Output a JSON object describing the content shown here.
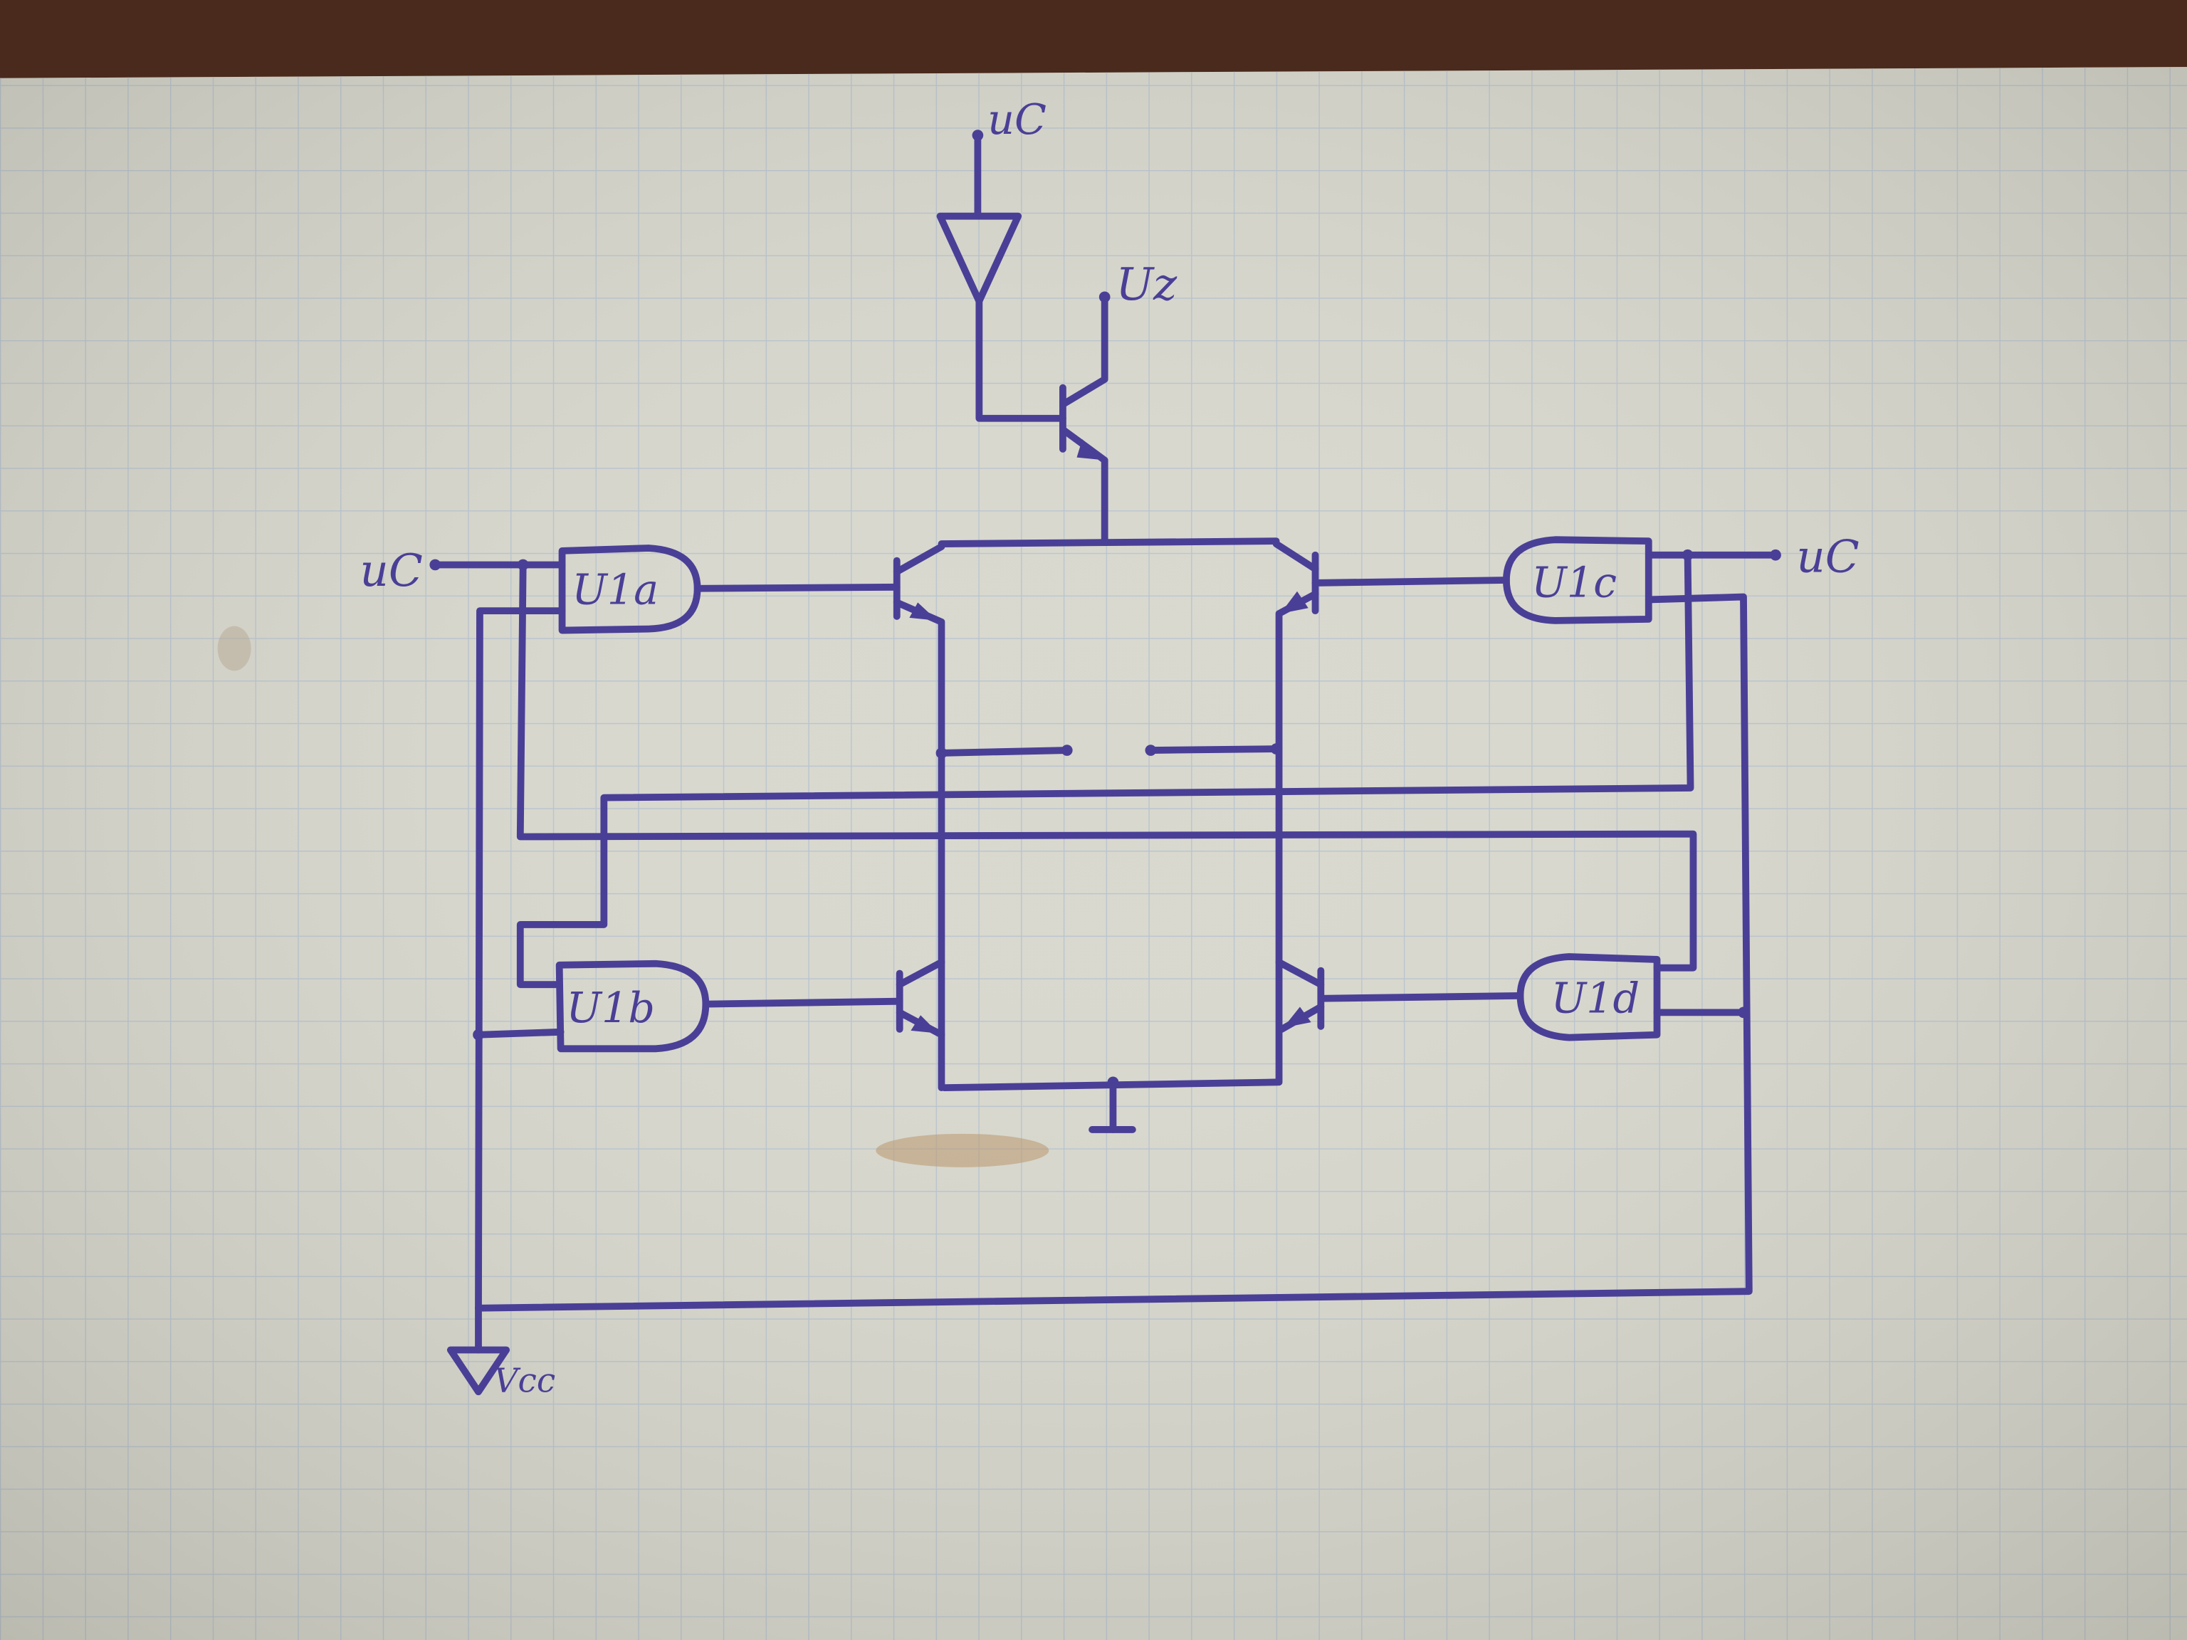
{
  "colors": {
    "ink": "#4a3f96",
    "paper": "#d9d9cf",
    "grid": "#b9c3cf",
    "desk": "#4a2a1c"
  },
  "labels": {
    "top_input": "uC",
    "supply_in": "Uz",
    "left_input": "uC",
    "right_input": "uC",
    "vcc": "Vcc"
  },
  "gates": {
    "a": "U1a",
    "b": "U1b",
    "c": "U1c",
    "d": "U1d"
  }
}
